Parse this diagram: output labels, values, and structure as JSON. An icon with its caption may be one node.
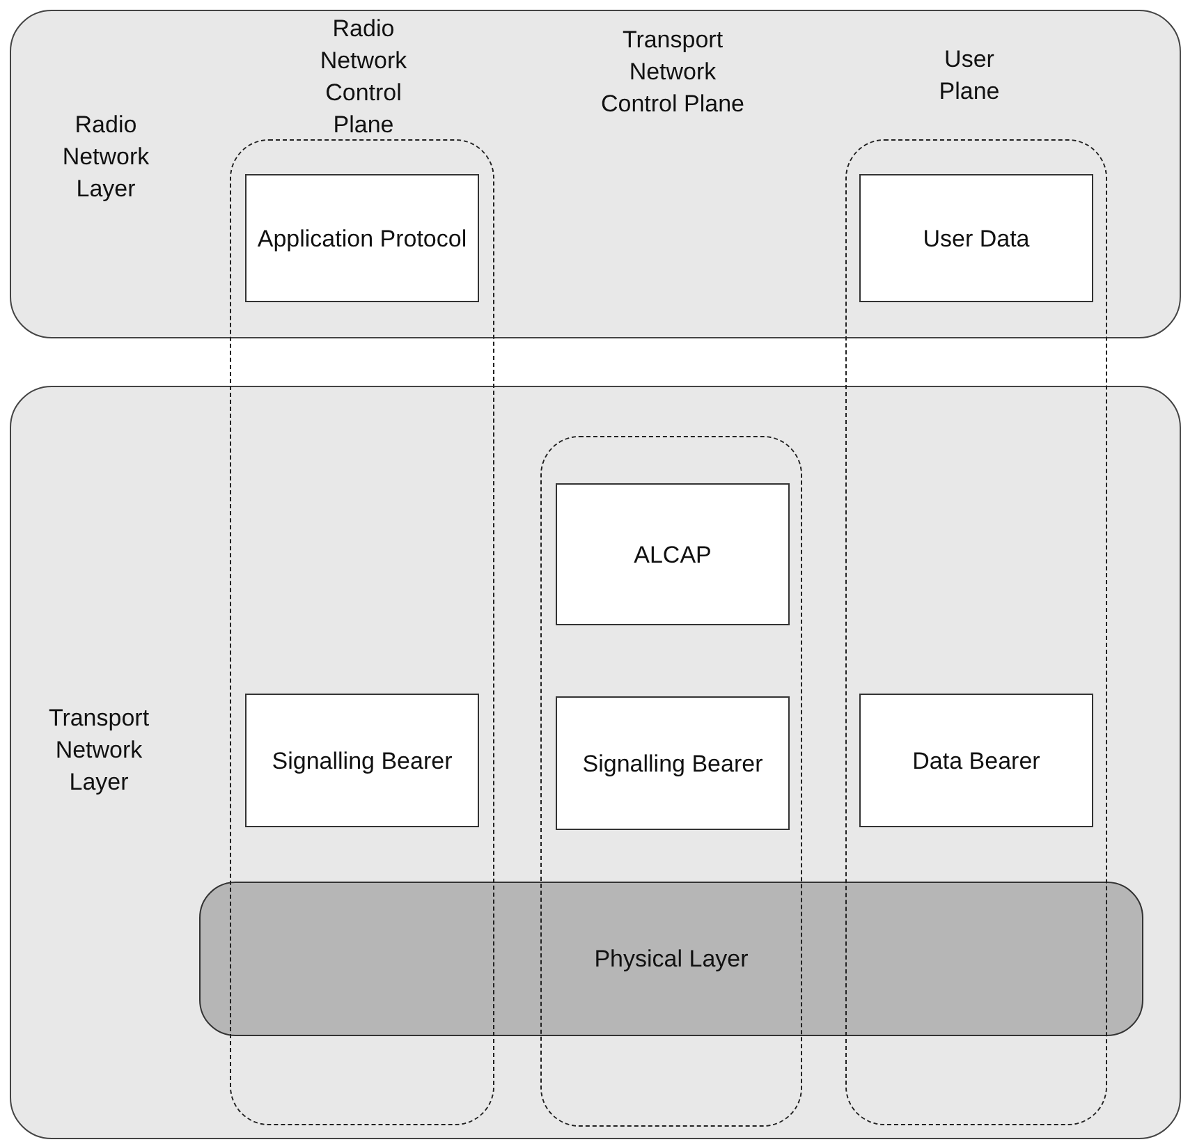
{
  "diagram": {
    "nodes": [
      {
        "text": [
          "Radio Network Layer",
          "Radio Network Control Plane",
          "Transport Network Control Plane",
          "User Plane"
        ]
      },
      {
        "text": [
          "Transport Network Layer"
        ]
      },
      {
        "text": [],
        "shape": "box"
      },
      {
        "text": [
          "Application Protocol"
        ]
      },
      {
        "text": [
          "Signalling Bearer"
        ]
      },
      {
        "text": [],
        "shape": "box",
        "in": 1
      },
      {
        "text": [
          "ALCAP"
        ],
        "in": 5
      },
      {
        "text": [
          "Signalling Bearer"
        ],
        "in": 5
      },
      {
        "text": [],
        "shape": "box"
      },
      {
        "text": [
          "User Data"
        ]
      },
      {
        "text": [
          "Data Bearer"
        ]
      },
      {
        "text": [
          "Physical Layer"
        ],
        "in": 1
      }
    ]
  }
}
